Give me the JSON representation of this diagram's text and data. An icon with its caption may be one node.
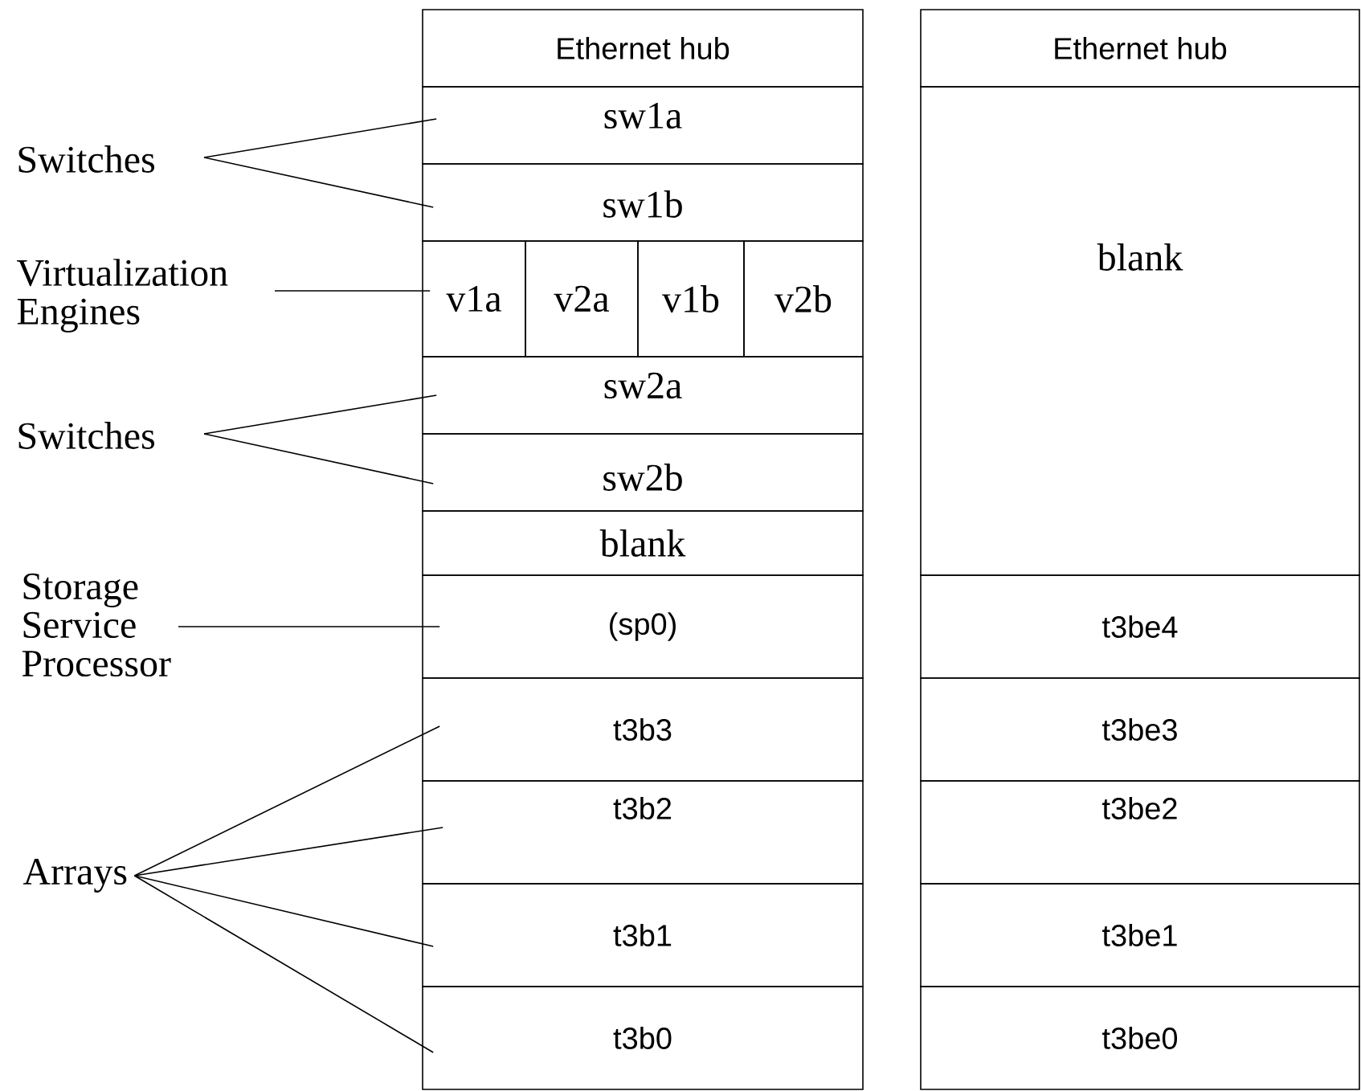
{
  "diagram": {
    "nodes": [
      {
        "text": [
          "Ethernet hub"
        ]
      },
      {
        "text": [
          "sw1a"
        ]
      },
      {
        "text": [
          "sw1b"
        ]
      },
      {
        "text": [
          "v1a"
        ]
      },
      {
        "text": [
          "v2a"
        ]
      },
      {
        "text": [
          "v1b"
        ]
      },
      {
        "text": [
          "v2b"
        ]
      },
      {
        "text": [
          "sw2a"
        ]
      },
      {
        "text": [
          "sw2b"
        ]
      },
      {
        "text": [
          "blank"
        ]
      },
      {
        "text": [
          "(sp0)"
        ]
      },
      {
        "text": [
          "t3b3"
        ]
      },
      {
        "text": [
          "t3b2"
        ]
      },
      {
        "text": [
          "t3b1"
        ]
      },
      {
        "text": [
          "t3b0"
        ]
      },
      {
        "text": [
          "Ethernet hub"
        ]
      },
      {
        "text": [
          "blank"
        ]
      },
      {
        "text": [
          "t3be4"
        ]
      },
      {
        "text": [
          "t3be3"
        ]
      },
      {
        "text": [
          "t3be2"
        ]
      },
      {
        "text": [
          "t3be1"
        ]
      },
      {
        "text": [
          "t3be0"
        ]
      },
      {
        "text": [
          "Switches"
        ]
      },
      {
        "text": [
          "Virtualization Engines"
        ]
      },
      {
        "text": [
          "Switches"
        ]
      },
      {
        "text": [
          "Storage Service Processor"
        ]
      },
      {
        "text": [
          "Arrays"
        ]
      }
    ],
    "edges": [
      {
        "from": 22,
        "to": 1,
        "arrow": "none"
      },
      {
        "from": 22,
        "to": 2,
        "arrow": "none"
      },
      {
        "from": 23,
        "to": 3,
        "arrow": "none"
      },
      {
        "from": 24,
        "to": 7,
        "arrow": "none"
      },
      {
        "from": 24,
        "to": 8,
        "arrow": "none"
      },
      {
        "from": 25,
        "to": 10,
        "arrow": "none"
      },
      {
        "from": 26,
        "to": 11,
        "arrow": "none"
      },
      {
        "from": 26,
        "to": 12,
        "arrow": "none"
      },
      {
        "from": 26,
        "to": 13,
        "arrow": "none"
      },
      {
        "from": 26,
        "to": 14,
        "arrow": "none"
      }
    ]
  }
}
